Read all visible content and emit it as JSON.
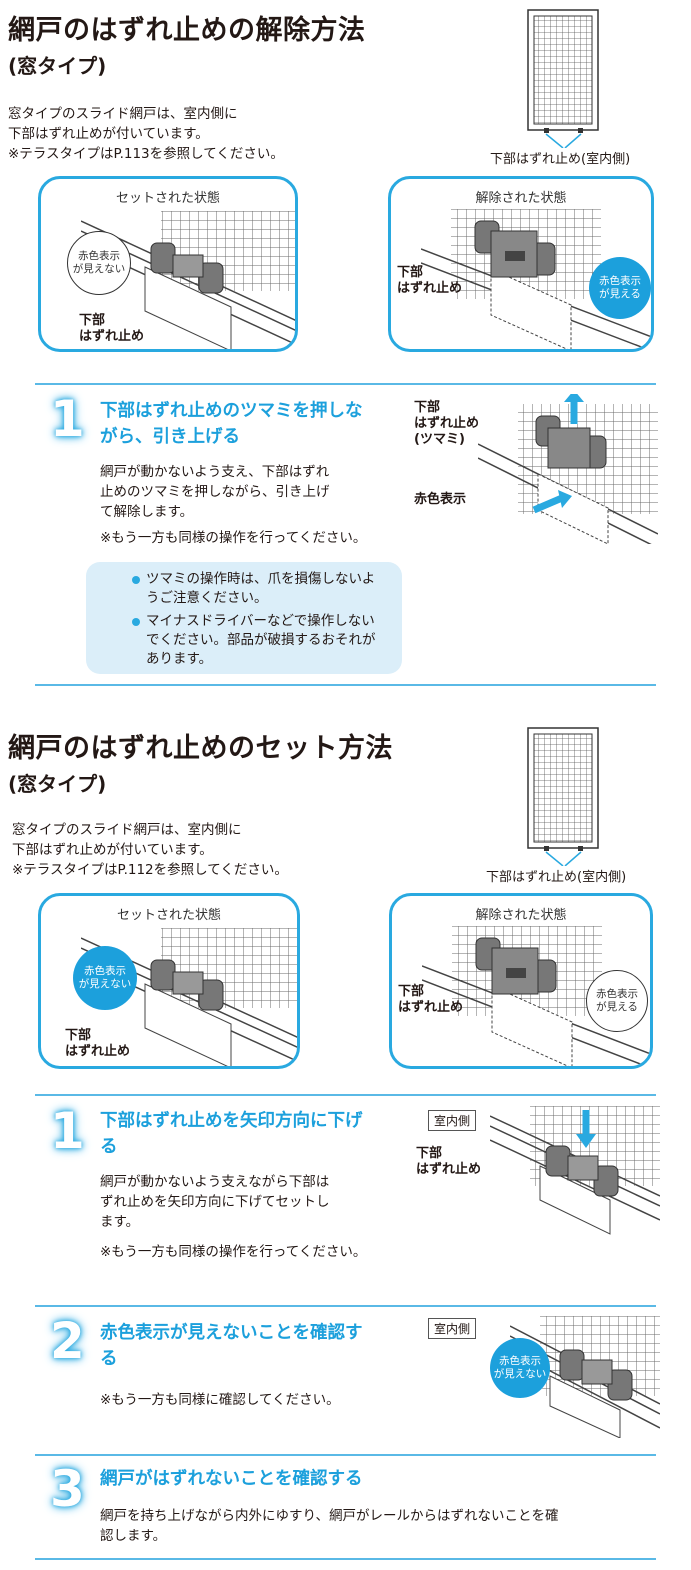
{
  "section1": {
    "title": "網戸のはずれ止めの解除方法",
    "subtitle": "(窓タイプ)",
    "intro": [
      "窓タイプのスライド網戸は、室内側に",
      "下部はずれ止めが付いています。",
      "※テラスタイプはP.113を参照してください。"
    ],
    "screen_caption": "下部はずれ止め(室内側)",
    "panel_left": {
      "title": "セットされた状態",
      "bubble": "赤色表示\nが見えない",
      "label": "下部\nはずれ止め"
    },
    "panel_right": {
      "title": "解除された状態",
      "bubble": "赤色表示\nが見える",
      "label": "下部\nはずれ止め"
    },
    "step1": {
      "number": "1",
      "title": "下部はずれ止めのツマミを押しな\nがら、引き上げる",
      "body": "網戸が動かないよう支え、下部はずれ\n止めのツマミを押しながら、引き上げ\nて解除します。",
      "note": "※もう一方も同様の操作を行ってください。",
      "label_knob": "下部\nはずれ止め\n(ツマミ)",
      "label_red": "赤色表示",
      "cautions": [
        "ツマミの操作時は、爪を損傷しないよ\nうご注意ください。",
        "マイナスドライバーなどで操作しない\nでください。部品が破損するおそれが\nあります。"
      ]
    }
  },
  "section2": {
    "title": "網戸のはずれ止めのセット方法",
    "subtitle": "(窓タイプ)",
    "intro": [
      "窓タイプのスライド網戸は、室内側に",
      "下部はずれ止めが付いています。",
      "※テラスタイプはP.112を参照してください。"
    ],
    "screen_caption": "下部はずれ止め(室内側)",
    "panel_left": {
      "title": "セットされた状態",
      "bubble": "赤色表示\nが見えない",
      "label": "下部\nはずれ止め"
    },
    "panel_right": {
      "title": "解除された状態",
      "bubble": "赤色表示\nが見える",
      "label": "下部\nはずれ止め"
    },
    "step1": {
      "number": "1",
      "title": "下部はずれ止めを矢印方向に下げ\nる",
      "body": "網戸が動かないよう支えながら下部は\nずれ止めを矢印方向に下げてセットし\nます。",
      "note": "※もう一方も同様の操作を行ってください。",
      "tag": "室内側",
      "label": "下部\nはずれ止め"
    },
    "step2": {
      "number": "2",
      "title": "赤色表示が見えないことを確認す\nる",
      "note": "※もう一方も同様に確認してください。",
      "tag": "室内側",
      "bubble": "赤色表示\nが見えない"
    },
    "step3": {
      "number": "3",
      "title": "網戸がはずれないことを確認する",
      "body": "網戸を持ち上げながら内外にゆすり、網戸がレールからはずれないことを確\n認します。"
    }
  },
  "colors": {
    "accent": "#29a9e0",
    "title_blue": "#1ca0dc",
    "caution_bg": "#dbeef9"
  }
}
